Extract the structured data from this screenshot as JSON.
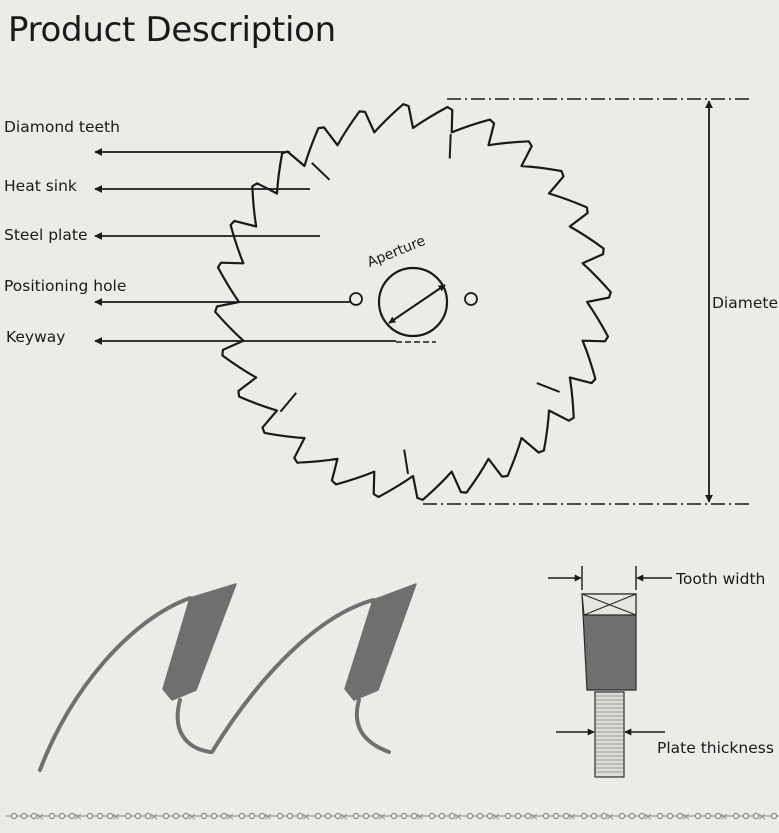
{
  "title": "Product Description",
  "labels": {
    "diamond_teeth": "Diamond teeth",
    "heat_sink": "Heat sink",
    "steel_plate": "Steel plate",
    "positioning_hole": "Positioning hole",
    "keyway": "Keyway",
    "aperture": "Aperture",
    "diameter": "Diamete",
    "tooth_width": "Tooth width",
    "plate_thickness": "Plate thickness"
  },
  "colors": {
    "background": "#ebebe7",
    "line": "#1a1a1a",
    "tooth_fill": "#6f6f6f",
    "plate_fill": "#dcdcd8"
  }
}
